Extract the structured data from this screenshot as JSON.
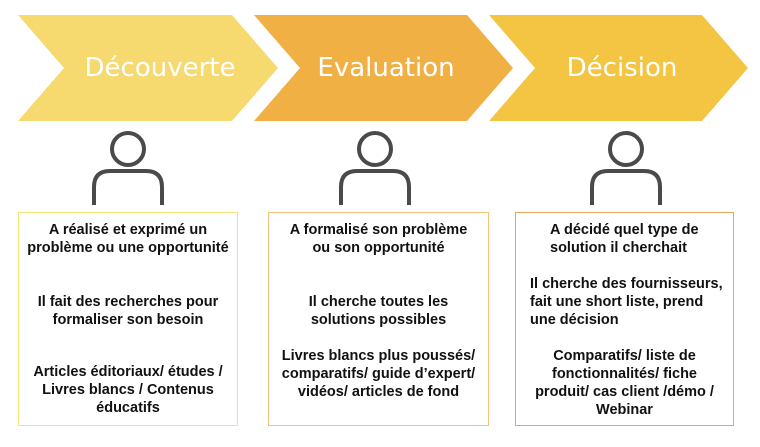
{
  "stages": [
    {
      "label": "Découverte",
      "color": "#F6D96F",
      "lines": [
        "A réalisé et exprimé un problème ou une opportunité",
        "Il fait des recherches pour formaliser son besoin",
        "Articles éditoriaux/  études / Livres blancs / Contenus éducatifs"
      ]
    },
    {
      "label": "Evaluation",
      "color": "#F0B043",
      "lines": [
        "A formalisé son problème ou son opportunité",
        "Il cherche toutes les solutions possibles",
        "Livres blancs plus poussés/ comparatifs/ guide d’expert/ vidéos/ articles de fond"
      ]
    },
    {
      "label": "Décision",
      "color": "#F4C542",
      "lines": [
        "A décidé quel type de solution il cherchait",
        "Il cherche des fournisseurs, fait une short liste, prend une décision",
        "Comparatifs/ liste de fonctionnalités/ fiche produit/ cas client  /démo / Webinar"
      ]
    }
  ],
  "icons": {
    "person": "person-icon",
    "color": "#4A4A4A"
  }
}
